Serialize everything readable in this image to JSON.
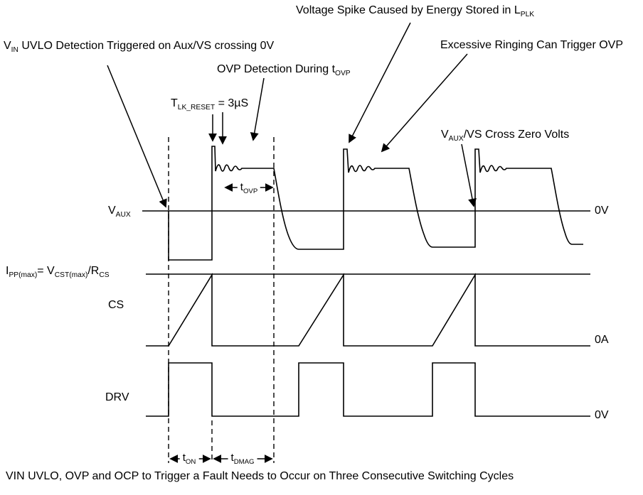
{
  "colors": {
    "line": "#000000",
    "background": "#ffffff",
    "text": "#000000"
  },
  "annotations": {
    "voltage_spike": {
      "parts": [
        {
          "t": "Voltage Spike Caused by Energy Stored in  L"
        },
        {
          "s": "PLK"
        }
      ]
    },
    "uvlo": {
      "parts": [
        {
          "t": "V"
        },
        {
          "s": "IN"
        },
        {
          "t": " UVLO Detection Triggered on Aux/VS crossing 0V"
        }
      ]
    },
    "ringing": {
      "text": "Excessive Ringing Can Trigger OVP"
    },
    "ovp_detect": {
      "parts": [
        {
          "t": "OVP Detection During t"
        },
        {
          "s": "OVP"
        }
      ]
    },
    "tlk_reset": {
      "parts": [
        {
          "t": "T"
        },
        {
          "s": "LK_RESET"
        },
        {
          "t": " = 3µS"
        }
      ]
    },
    "cross_zero": {
      "parts": [
        {
          "t": "V"
        },
        {
          "s": "AUX"
        },
        {
          "t": "/VS Cross Zero Volts"
        }
      ]
    }
  },
  "signals": {
    "vaux": {
      "label_parts": [
        {
          "t": "V"
        },
        {
          "s": "AUX"
        }
      ],
      "zero_label": "0V"
    },
    "ipp": {
      "label_parts": [
        {
          "t": "I"
        },
        {
          "s": "PP(max)"
        },
        {
          "t": "= V"
        },
        {
          "s": "CST(max)"
        },
        {
          "t": "/R"
        },
        {
          "s": "CS"
        }
      ]
    },
    "cs": {
      "label": "CS",
      "zero_label": "0A"
    },
    "drv": {
      "label": "DRV",
      "zero_label": "0V"
    }
  },
  "timing": {
    "t_ovp": {
      "parts": [
        {
          "t": "t"
        },
        {
          "s": "OVP"
        }
      ]
    },
    "t_on": {
      "parts": [
        {
          "t": "t"
        },
        {
          "s": "ON"
        }
      ]
    },
    "t_dmag": {
      "parts": [
        {
          "t": "t"
        },
        {
          "s": "DMAG"
        }
      ]
    }
  },
  "caption": "VIN UVLO, OVP and OCP to Trigger a Fault Needs to Occur on Three Consecutive Switching Cycles"
}
